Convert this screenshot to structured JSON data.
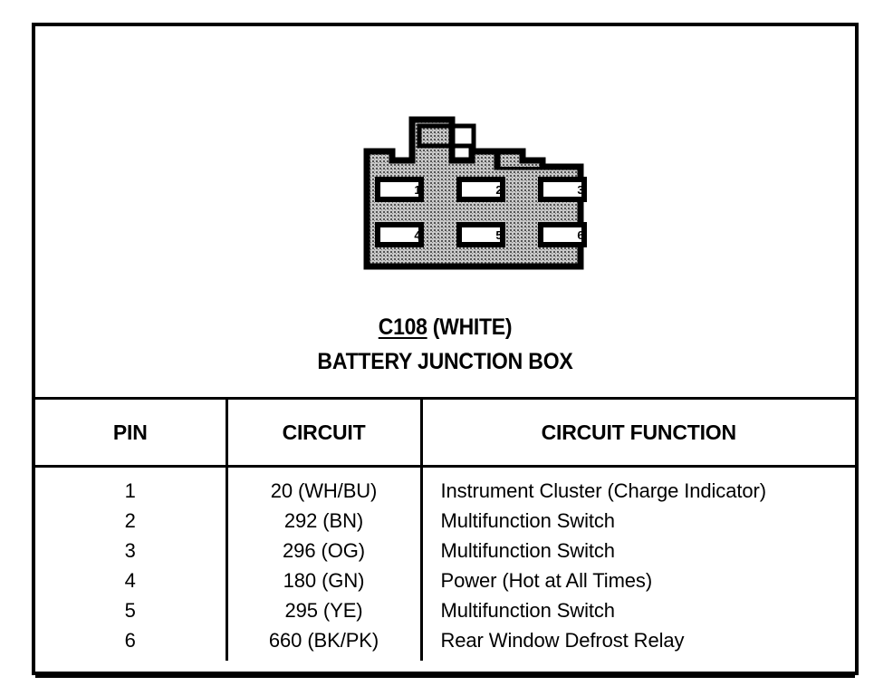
{
  "diagram": {
    "connector_id": "C108",
    "connector_color": "(WHITE)",
    "connector_name": "BATTERY JUNCTION BOX",
    "body_fill": "#a8a8a8",
    "line_color": "#000000",
    "pin_cavities": [
      {
        "label": "1",
        "row": "top",
        "position": "left"
      },
      {
        "label": "2",
        "row": "top",
        "position": "center"
      },
      {
        "label": "3",
        "row": "top",
        "position": "right"
      },
      {
        "label": "4",
        "row": "bottom",
        "position": "left"
      },
      {
        "label": "5",
        "row": "bottom",
        "position": "center"
      },
      {
        "label": "6",
        "row": "bottom",
        "position": "right"
      }
    ]
  },
  "table": {
    "headers": {
      "pin": "PIN",
      "circuit": "CIRCUIT",
      "function": "CIRCUIT FUNCTION"
    },
    "rows": [
      {
        "pin": "1",
        "circuit": "20 (WH/BU)",
        "function": "Instrument Cluster (Charge Indicator)"
      },
      {
        "pin": "2",
        "circuit": "292 (BN)",
        "function": "Multifunction Switch"
      },
      {
        "pin": "3",
        "circuit": "296 (OG)",
        "function": "Multifunction Switch"
      },
      {
        "pin": "4",
        "circuit": "180 (GN)",
        "function": "Power (Hot at All Times)"
      },
      {
        "pin": "5",
        "circuit": "295 (YE)",
        "function": "Multifunction Switch"
      },
      {
        "pin": "6",
        "circuit": "660 (BK/PK)",
        "function": "Rear Window Defrost Relay"
      }
    ]
  }
}
